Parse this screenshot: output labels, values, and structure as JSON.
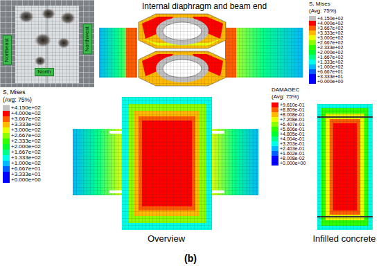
{
  "diagram": {
    "nodes": [
      {
        "text": [
          "Northeast"
        ]
      },
      {
        "text": [
          "Northwest"
        ]
      },
      {
        "text": [
          "North"
        ]
      }
    ],
    "labels": [
      "Internal diaphragm and beam end",
      "S, Mises",
      "(Avg: 75%)",
      "S, Mises",
      "(Avg: 75%)",
      "Overview",
      "DAMAGEC",
      "(Avg: 75%)",
      "Infilled concrete",
      "(b)"
    ],
    "legend": [
      {
        "text": "+4.150e+02",
        "color": "#c0c0c0"
      },
      {
        "text": "+4.000e+02",
        "color": "#ff0000"
      },
      {
        "text": "+3.667e+02",
        "color": "#ff5d00"
      },
      {
        "text": "+3.333e+02",
        "color": "#ffb900"
      },
      {
        "text": "+3.000e+02",
        "color": "#e8ff00"
      },
      {
        "text": "+2.667e+02",
        "color": "#8bff00"
      },
      {
        "text": "+2.333e+02",
        "color": "#2eff00"
      },
      {
        "text": "+2.000e+02",
        "color": "#00ff2e"
      },
      {
        "text": "+1.667e+02",
        "color": "#00ff8b"
      },
      {
        "text": "+1.333e+02",
        "color": "#00ffe8"
      },
      {
        "text": "+1.000e+02",
        "color": "#00b9ff"
      },
      {
        "text": "+6.667e+01",
        "color": "#005dff"
      },
      {
        "text": "+3.333e+01",
        "color": "#0000ff"
      },
      {
        "text": "+0.000e+00",
        "color": "#0000ff"
      },
      {
        "text": "+4.150e+02",
        "color": "#c0c0c0"
      },
      {
        "text": "+4.000e+02",
        "color": "#ff0000"
      },
      {
        "text": "+3.667e+02",
        "color": "#ff5d00"
      },
      {
        "text": "+3.333e+02",
        "color": "#ffb900"
      },
      {
        "text": "+3.000e+02",
        "color": "#e8ff00"
      },
      {
        "text": "+2.667e+02",
        "color": "#8bff00"
      },
      {
        "text": "+2.333e+02",
        "color": "#2eff00"
      },
      {
        "text": "+2.000e+02",
        "color": "#00ff2e"
      },
      {
        "text": "+1.667e+02",
        "color": "#00ff8b"
      },
      {
        "text": "+1.333e+02",
        "color": "#00ffe8"
      },
      {
        "text": "+1.000e+02",
        "color": "#00b9ff"
      },
      {
        "text": "+6.667e+01",
        "color": "#005dff"
      },
      {
        "text": "+3.333e+01",
        "color": "#0000ff"
      },
      {
        "text": "+0.000e+00",
        "color": "#0000ff"
      },
      {
        "text": "+9.610e-01",
        "color": "#ff0000"
      },
      {
        "text": "+8.809e-01",
        "color": "#ff5d00"
      },
      {
        "text": "+8.008e-01",
        "color": "#ffb900"
      },
      {
        "text": "+7.208e-01",
        "color": "#e8ff00"
      },
      {
        "text": "+6.407e-01",
        "color": "#8bff00"
      },
      {
        "text": "+5.606e-01",
        "color": "#2eff00"
      },
      {
        "text": "+4.805e-01",
        "color": "#00ff2e"
      },
      {
        "text": "+4.004e-01",
        "color": "#00ff8b"
      },
      {
        "text": "+3.203e-01",
        "color": "#00ffe8"
      },
      {
        "text": "+2.403e-01",
        "color": "#00b9ff"
      },
      {
        "text": "+1.602e-01",
        "color": "#005dff"
      },
      {
        "text": "+8.008e-02",
        "color": "#0000ff"
      },
      {
        "text": "+0.000e+00",
        "color": "#0000ff"
      }
    ]
  }
}
